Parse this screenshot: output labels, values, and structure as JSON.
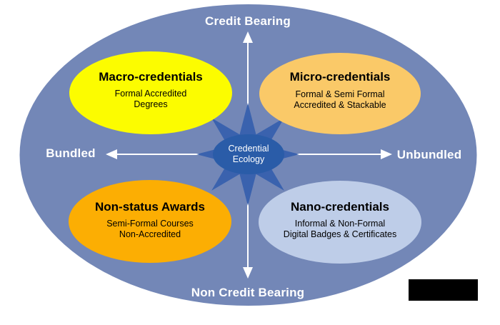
{
  "diagram": {
    "axes": {
      "top": "Credit Bearing",
      "bottom": "Non Credit Bearing",
      "left": "Bundled",
      "right": "Unbundled"
    },
    "center": {
      "line1": "Credential",
      "line2": "Ecology"
    },
    "quadrants": [
      {
        "title": "Macro-credentials",
        "line1": "Formal Accredited",
        "line2": "Degrees",
        "color": "#FCFC00"
      },
      {
        "title": "Micro-credentials",
        "line1": "Formal & Semi Formal",
        "line2": "Accredited & Stackable",
        "color": "#FAC968"
      },
      {
        "title": "Non-status Awards",
        "line1": "Semi-Formal Courses",
        "line2": "Non-Accredited",
        "color": "#FCAE03"
      },
      {
        "title": "Nano-credentials",
        "line1": "Informal & Non-Formal",
        "line2": "Digital Badges & Certificates",
        "color": "#BECDE8"
      }
    ],
    "colors": {
      "background_ellipse": "#7387B7",
      "star": "#3A62AE",
      "center_ellipse": "#2A5CA8",
      "arrow": "#FFFFFF",
      "black_box": "#000000"
    }
  }
}
